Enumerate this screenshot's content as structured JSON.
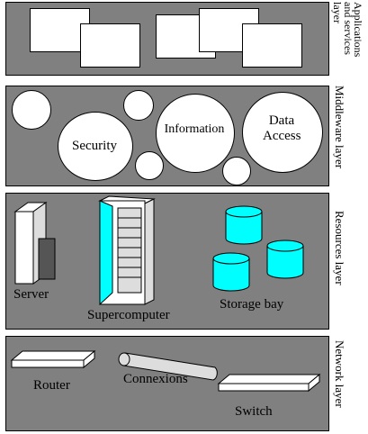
{
  "layers": {
    "applications": {
      "label": "Applications and services layer"
    },
    "middleware": {
      "label": "Middleware layer",
      "circles": {
        "security": "Security",
        "information": "Information",
        "data_access": "Data Access"
      }
    },
    "resources": {
      "label": "Resources layer",
      "items": {
        "server": "Server",
        "supercomputer": "Supercomputer",
        "storage": "Storage bay"
      }
    },
    "network": {
      "label": "Network layer",
      "items": {
        "router": "Router",
        "connexions": "Connexions",
        "switch": "Switch"
      }
    }
  },
  "colors": {
    "panel": "#808080",
    "cyan": "#00ffff",
    "outline": "#000000"
  }
}
